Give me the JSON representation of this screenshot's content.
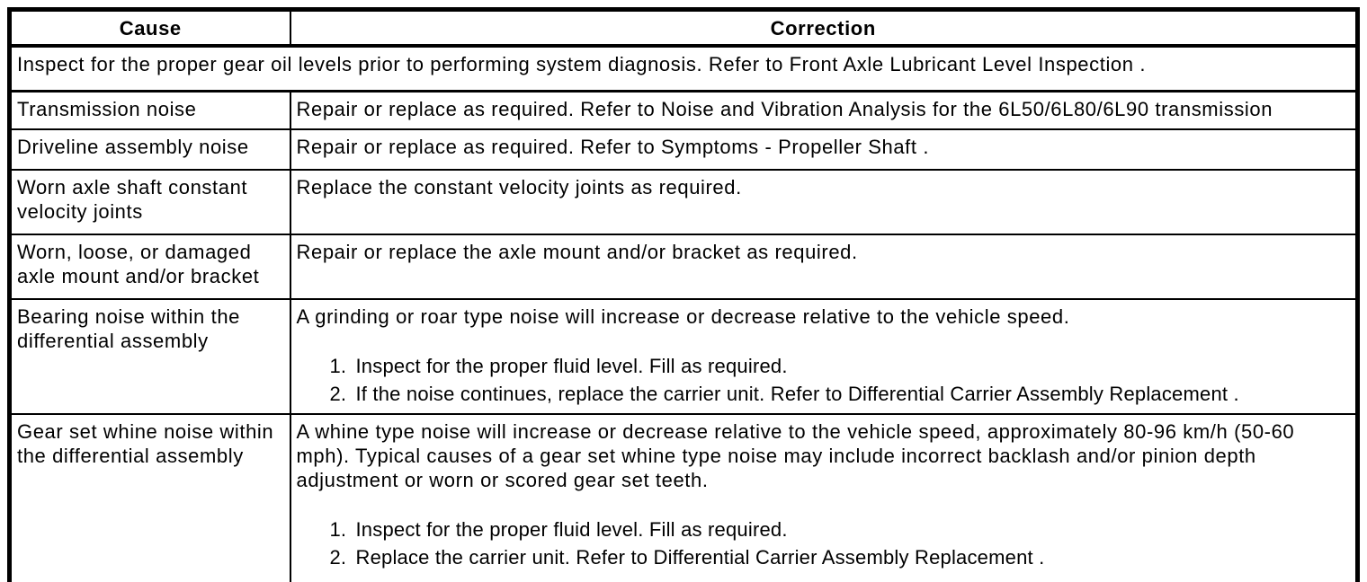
{
  "table": {
    "header": {
      "cause": "Cause",
      "correction": "Correction"
    },
    "note": "Inspect for the proper gear oil levels prior to performing system diagnosis. Refer to Front Axle Lubricant Level Inspection .",
    "rows": [
      {
        "cause": "Transmission noise",
        "correction": "Repair or replace as required. Refer to Noise and Vibration Analysis for the 6L50/6L80/6L90 transmission"
      },
      {
        "cause": "Driveline assembly noise",
        "correction": "Repair or replace as required. Refer to Symptoms - Propeller Shaft ."
      },
      {
        "cause": "Worn axle shaft constant velocity joints",
        "correction": "Replace the constant velocity joints as required."
      },
      {
        "cause": "Worn, loose, or damaged axle mount and/or bracket",
        "correction": "Repair or replace the axle mount and/or bracket as required."
      },
      {
        "cause": "Bearing noise within the differential assembly",
        "correction_intro": "A grinding or roar type noise will increase or decrease relative to the vehicle speed.",
        "steps": [
          "Inspect for the proper fluid level. Fill as required.",
          "If the noise continues, replace the carrier unit. Refer to Differential Carrier Assembly Replacement ."
        ]
      },
      {
        "cause": "Gear set whine noise within the differential assembly",
        "correction_intro": "A whine type noise will increase or decrease relative to the vehicle speed, approximately 80-96 km/h (50-60 mph). Typical causes of a gear set whine type noise may include incorrect backlash and/or pinion depth adjustment or worn or scored gear set teeth.",
        "steps": [
          "Inspect for the proper fluid level. Fill as required.",
          "Replace the carrier unit. Refer to Differential Carrier Assembly Replacement ."
        ]
      }
    ]
  }
}
